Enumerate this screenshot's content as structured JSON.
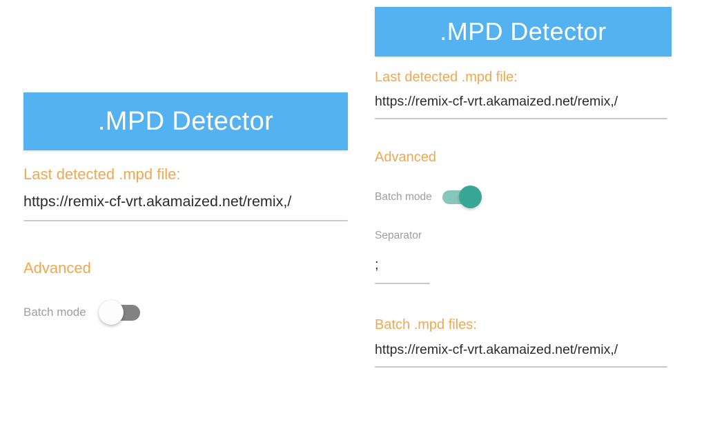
{
  "app": {
    "title": ".MPD Detector",
    "header_color": "#55b2f0",
    "accent_label_color": "#f0a850",
    "toggle_on_color": "#38a796",
    "toggle_off_color": "#828282"
  },
  "panel_a": {
    "title": ".MPD Detector",
    "last_detected_label": "Last detected .mpd file:",
    "last_detected_value": "https://remix-cf-vrt.akamaized.net/remix,/",
    "advanced_label": "Advanced",
    "batch_mode_label": "Batch mode",
    "batch_mode_state": "off"
  },
  "panel_b": {
    "title": ".MPD Detector",
    "last_detected_label": "Last detected .mpd file:",
    "last_detected_value": "https://remix-cf-vrt.akamaized.net/remix,/",
    "advanced_label": "Advanced",
    "batch_mode_label": "Batch mode",
    "batch_mode_state": "on",
    "separator_label": "Separator",
    "separator_value": ";",
    "batch_files_label": "Batch .mpd files:",
    "batch_files_value": "https://remix-cf-vrt.akamaized.net/remix,/"
  }
}
